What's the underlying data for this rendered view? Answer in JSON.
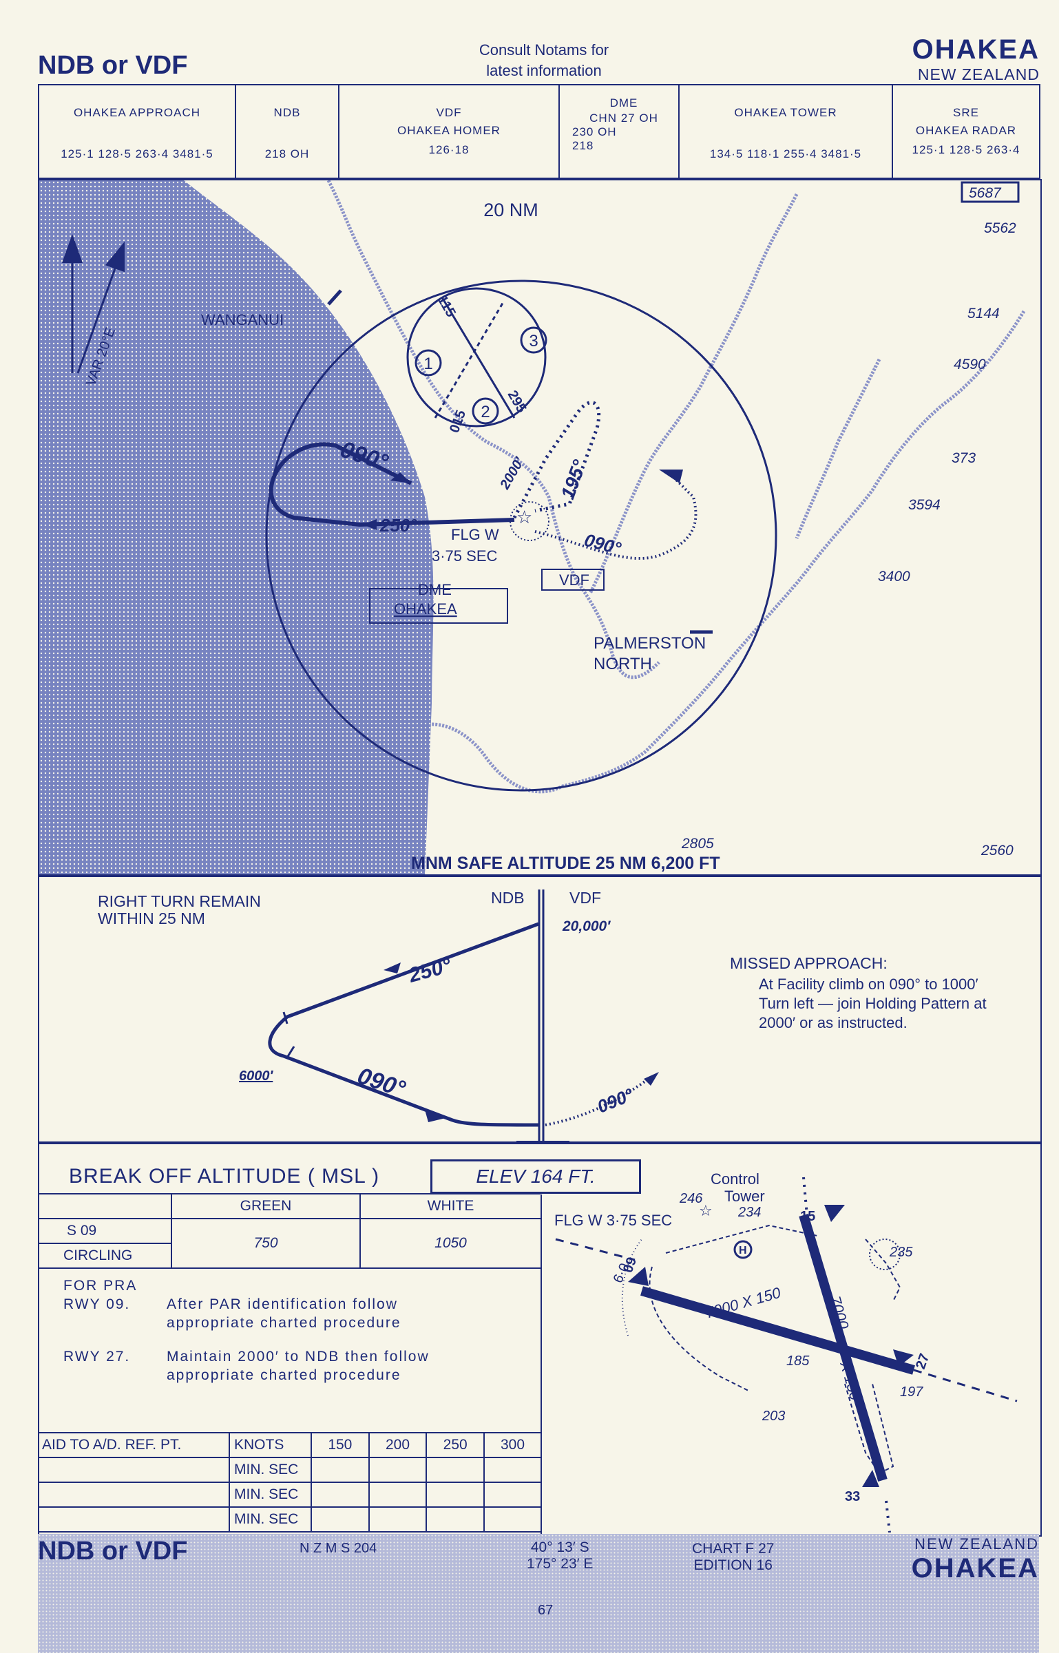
{
  "header": {
    "procedure": "NDB or VDF",
    "notams_line1": "Consult Notams for",
    "notams_line2": "latest information",
    "airport": "OHAKEA",
    "country": "NEW ZEALAND"
  },
  "frequencies": [
    {
      "name": "OHAKEA  APPROACH",
      "sub": "",
      "value": "125·1   128·5   263·4   3481·5"
    },
    {
      "name": "NDB",
      "sub": "",
      "value": "218       OH"
    },
    {
      "name": "VDF",
      "sub": "OHAKEA HOMER",
      "value": "126·18"
    },
    {
      "name": "DME",
      "sub": "CHN 27 OH",
      "value": "230      OH",
      "value2": "218"
    },
    {
      "name": "OHAKEA TOWER",
      "sub": "",
      "value": "134·5    118·1   255·4   3481·5"
    },
    {
      "name": "SRE",
      "sub": "OHAKEA RADAR",
      "value": "125·1   128·5   263·4"
    }
  ],
  "plan": {
    "range_ring": "20 NM",
    "variation": "VAR 20°E",
    "wanganui": "WANGANUI",
    "palmerston1": "PALMERSTON",
    "palmerston2": "NORTH",
    "flg1": "FLG W",
    "flg2": "3·75 SEC",
    "dme1": "DME",
    "dme2": "OHAKEA",
    "vdf": "VDF",
    "hdg_090_in": "090°",
    "hdg_250": "250°",
    "hdg_195": "195°",
    "hdg_090_out": "090°",
    "alt_2000": "2000′",
    "elevations": [
      "5687",
      "5562",
      "5144",
      "4590",
      "373",
      "3594",
      "3400",
      "2805",
      "2560"
    ],
    "msa": "MNM SAFE ALTITUDE 25 NM  6,200 FT",
    "sectors": [
      "1",
      "2",
      "3"
    ],
    "sector_bearings": [
      "115",
      "295",
      "015"
    ]
  },
  "profile": {
    "turn_note1": "RIGHT  TURN  REMAIN",
    "turn_note2": "WITHIN   25    NM",
    "ndb": "NDB",
    "vdf": "VDF",
    "alt_top": "20,000′",
    "alt_6000": "6000′",
    "hdg_250": "250°",
    "hdg_090": "090°",
    "hdg_090_ma": "090°",
    "ma_title": "MISSED APPROACH:",
    "ma_line1": "At Facility climb on 090° to 1000′",
    "ma_line2": "Turn left — join Holding Pattern at",
    "ma_line3": "2000′ or as instructed."
  },
  "minima": {
    "title": "BREAK OFF ALTITUDE ( MSL )",
    "elev": "ELEV      164   FT.",
    "green": "GREEN",
    "white": "WHITE",
    "rows": [
      {
        "label": "S  09",
        "green": "750",
        "white": "1050"
      },
      {
        "label": "CIRCLING",
        "green": "",
        "white": ""
      }
    ],
    "pra_title": "FOR PRA",
    "rwy09": "RWY   09.",
    "rwy09_text1": "After PAR identification follow",
    "rwy09_text2": "appropriate charted procedure",
    "rwy27": "RWY   27.",
    "rwy27_text1": "Maintain 2000′ to NDB then follow",
    "rwy27_text2": "appropriate charted procedure",
    "timing_head": [
      "AID TO A/D. REF. PT.",
      "KNOTS",
      "150",
      "200",
      "250",
      "300"
    ],
    "timing_rows": [
      "MIN. SEC",
      "MIN. SEC",
      "MIN. SEC"
    ]
  },
  "aerodrome": {
    "control_tower1": "Control",
    "control_tower2": "Tower",
    "flg": "FLG W 3·75 SEC",
    "e246": "246",
    "e234": "234",
    "e235": "235",
    "e185": "185",
    "e197": "197",
    "e203": "203",
    "rwy_main": "7000 X 150",
    "rwy_cross1": "7000",
    "rwy_cross2": "X 150",
    "rwy09": "09",
    "rwy27": "27",
    "rwy33": "33",
    "rwy15": "15",
    "sixty": "6·0"
  },
  "footer": {
    "procedure": "NDB or VDF",
    "nzms": "N Z M S   204",
    "lat": "40° 13′ S",
    "lon": "175° 23′ E",
    "chart": "CHART F 27",
    "edition": "EDITION 16",
    "country": "NEW  ZEALAND",
    "airport": "OHAKEA",
    "page": "67"
  },
  "colors": {
    "ink": "#1e2a78",
    "paper": "#f7f5e9",
    "sea": "#6b78b8"
  }
}
